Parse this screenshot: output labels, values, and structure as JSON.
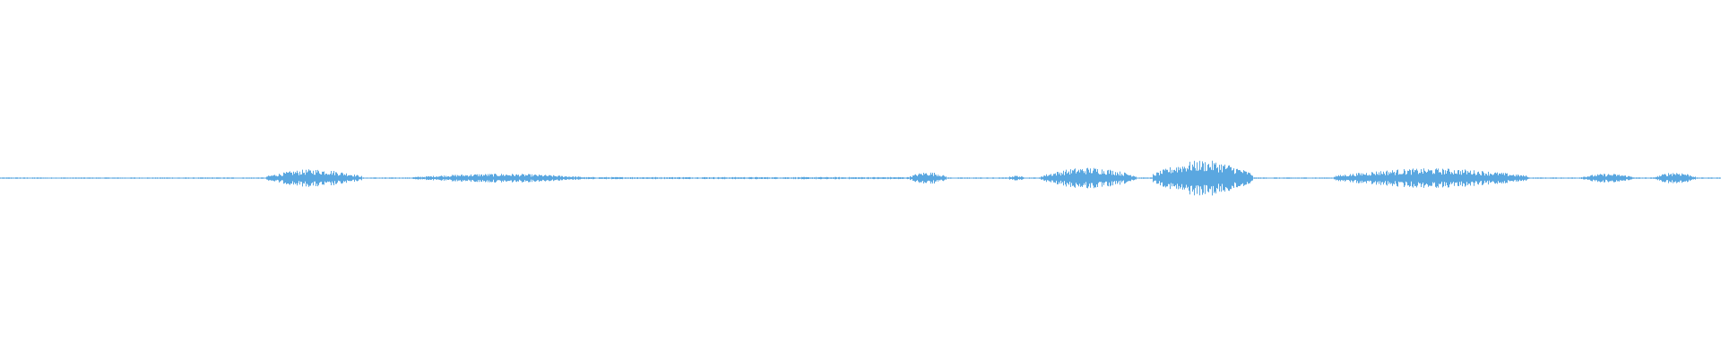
{
  "waveform": {
    "color": "#5aa7e0",
    "background": "#ffffff",
    "baseline_visible": true,
    "amplitude_profile": [
      {
        "start": 0.0,
        "end": 0.155,
        "peak": 0.004
      },
      {
        "start": 0.155,
        "end": 0.21,
        "peak": 0.05
      },
      {
        "start": 0.21,
        "end": 0.24,
        "peak": 0.004
      },
      {
        "start": 0.24,
        "end": 0.34,
        "peak": 0.025
      },
      {
        "start": 0.34,
        "end": 0.528,
        "peak": 0.006
      },
      {
        "start": 0.528,
        "end": 0.55,
        "peak": 0.035
      },
      {
        "start": 0.55,
        "end": 0.585,
        "peak": 0.004
      },
      {
        "start": 0.585,
        "end": 0.595,
        "peak": 0.015
      },
      {
        "start": 0.595,
        "end": 0.605,
        "peak": 0.004
      },
      {
        "start": 0.605,
        "end": 0.66,
        "peak": 0.06
      },
      {
        "start": 0.66,
        "end": 0.67,
        "peak": 0.004
      },
      {
        "start": 0.67,
        "end": 0.728,
        "peak": 0.1
      },
      {
        "start": 0.728,
        "end": 0.775,
        "peak": 0.004
      },
      {
        "start": 0.775,
        "end": 0.888,
        "peak": 0.055
      },
      {
        "start": 0.888,
        "end": 0.918,
        "peak": 0.004
      },
      {
        "start": 0.918,
        "end": 0.95,
        "peak": 0.025
      },
      {
        "start": 0.95,
        "end": 0.962,
        "peak": 0.004
      },
      {
        "start": 0.962,
        "end": 0.985,
        "peak": 0.035
      },
      {
        "start": 0.985,
        "end": 1.0,
        "peak": 0.004
      }
    ]
  }
}
